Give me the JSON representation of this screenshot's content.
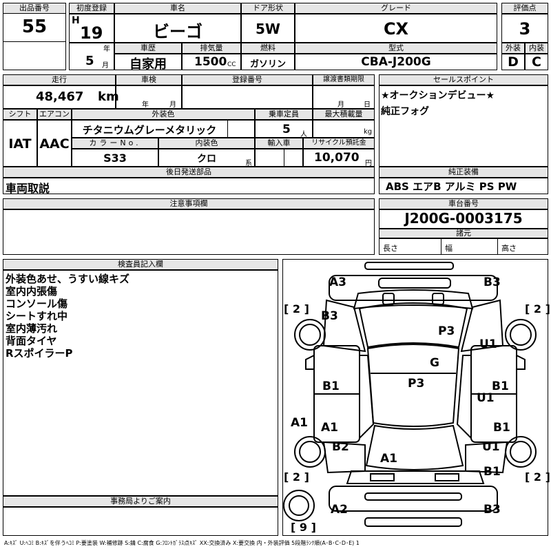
{
  "headers": {
    "lot": "出品番号",
    "first_reg": "初度登録",
    "car_name": "車名",
    "door": "ドア形状",
    "grade": "グレード",
    "score": "評価点",
    "history": "車歴",
    "displacement": "排気量",
    "fuel": "燃料",
    "model": "型式",
    "exterior": "外装",
    "interior": "内装",
    "mileage": "走行",
    "inspection": "車検",
    "reg_no": "登録番号",
    "transfer": "譲渡書類期限",
    "sales_point": "セールスポイント",
    "shift": "シフト",
    "aircon": "エアコン",
    "ext_color": "外装色",
    "capacity": "乗車定員",
    "max_load": "最大積載量",
    "color_no": "カラーNo.",
    "int_color": "内装色",
    "import": "輸入車",
    "recycle": "リサイクル預託金",
    "later_parts": "後日発送部品",
    "oem_equip": "純正装備",
    "notes": "注意事項欄",
    "chassis": "車台番号",
    "specs": "諸元",
    "inspector": "検査員記入欄",
    "office": "事務局よりご案内"
  },
  "lot_no": "55",
  "era": "H",
  "reg_year": "19",
  "year_unit": "年",
  "reg_month": "5",
  "month_unit": "月",
  "car_name": "ビーゴ",
  "door": "5W",
  "grade": "CX",
  "score": "3",
  "history": "自家用",
  "displacement": "1500",
  "cc_unit": "CC",
  "fuel": "ガソリン",
  "model": "CBA-J200G",
  "exterior_grade": "D",
  "interior_grade": "C",
  "mileage": "48,467",
  "mileage_unit": "km",
  "inspection_year_unit": "年",
  "inspection_month_unit": "月",
  "transfer_month_unit": "月",
  "transfer_day_unit": "日",
  "sales_points": [
    "★オークションデビュー★",
    "純正フォグ"
  ],
  "shift": "IAT",
  "aircon": "AAC",
  "ext_color": "チタニウムグレーメタリック",
  "capacity": "5",
  "capacity_unit": "人",
  "load_unit": "kg",
  "color_no": "S33",
  "int_color": "クロ",
  "int_color_suffix": "系",
  "recycle": "10,070",
  "recycle_unit": "円",
  "later_parts": "車両取説",
  "oem_equip": "ABS エアB アルミ PS PW",
  "chassis_no": "J200G-0003175",
  "spec_length": "長さ",
  "spec_width": "幅",
  "spec_height": "高さ",
  "inspector_notes": [
    "外装色あせ、うすい線キズ",
    "室内内張傷",
    "コンソール傷",
    "シートすれ中",
    "室内薄汚れ",
    "背面タイヤ",
    "RスポイラーP"
  ],
  "diagram_marks": {
    "a3": "A3",
    "b3_top": "B3",
    "b3_left": "B3",
    "p3_top": "P3",
    "u1_right": "U1",
    "g": "G",
    "p3_mid": "P3",
    "b1_left": "B1",
    "b1_right": "B1",
    "u1_mid": "U1",
    "a1_side": "A1",
    "a1_left": "A1",
    "b1_right2": "B1",
    "b2": "B2",
    "u1_right2": "U1",
    "a1_bottom": "A1",
    "b1_right3": "B1",
    "a2": "A2",
    "b3_bottom": "B3",
    "tire_tl": "2",
    "tire_tr": "2",
    "tire_bl": "2",
    "tire_br": "2",
    "spare": "9"
  },
  "legend": "A:ｷｽﾞ U:ﾍｺﾐ B:ｷｽﾞを伴うﾍｺﾐ P:要塗装 W:補修跡 S:錆 C:腐食 G:ﾌﾛﾝﾄｶﾞﾗｽ点ｷｽﾞ XX:交換済み X:要交換 内・外装評価 5段階ﾗﾝｸ順(A･B･C･D･E) 1"
}
